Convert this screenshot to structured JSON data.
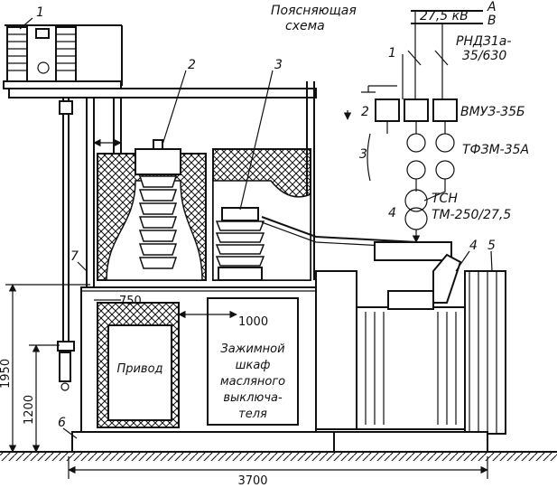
{
  "schema": {
    "title_line1": "Поясняющая",
    "title_line2": "схема",
    "phase_a": "A",
    "phase_b": "B",
    "voltage": "27,5 кВ",
    "disconnector_line1": "РНДЗ1а-",
    "disconnector_line2": "35/630",
    "breaker": "ВМУЗ-35Б",
    "current_tr": "ТФЗМ-35А",
    "tsn_line1": "ТСН",
    "tsn_line2": "ТМ-250/27,5",
    "marks": [
      "1",
      "2",
      "3",
      "4"
    ]
  },
  "drawing": {
    "callouts": [
      "1",
      "2",
      "3",
      "4",
      "5",
      "6",
      "7"
    ],
    "dim_750": "750",
    "dim_1000": "1000",
    "dim_1950": "1950",
    "dim_1200": "1200",
    "dim_3700": "3700",
    "drive_label": "Привод",
    "cabinet_lines": [
      "Зажимной",
      "шкаф",
      "масляного",
      "выключа-",
      "теля"
    ]
  }
}
